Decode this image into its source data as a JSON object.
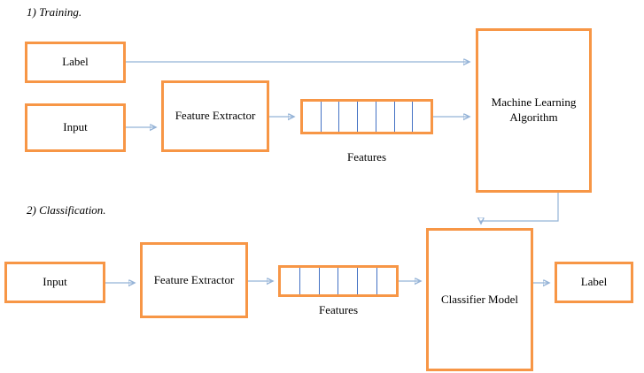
{
  "colors": {
    "box_border": "#F79646",
    "arrow": "#95B3D7",
    "strip_divider": "#4472C4"
  },
  "sections": {
    "training": {
      "heading": "1) Training.",
      "label_box": "Label",
      "input_box": "Input",
      "feature_extractor": "Feature Extractor",
      "features_caption": "Features",
      "ml_algorithm": "Machine Learning Algorithm"
    },
    "classification": {
      "heading": "2)  Classification.",
      "input_box": "Input",
      "feature_extractor": "Feature Extractor",
      "features_caption": "Features",
      "classifier_model": "Classifier Model",
      "label_box": "Label"
    }
  }
}
